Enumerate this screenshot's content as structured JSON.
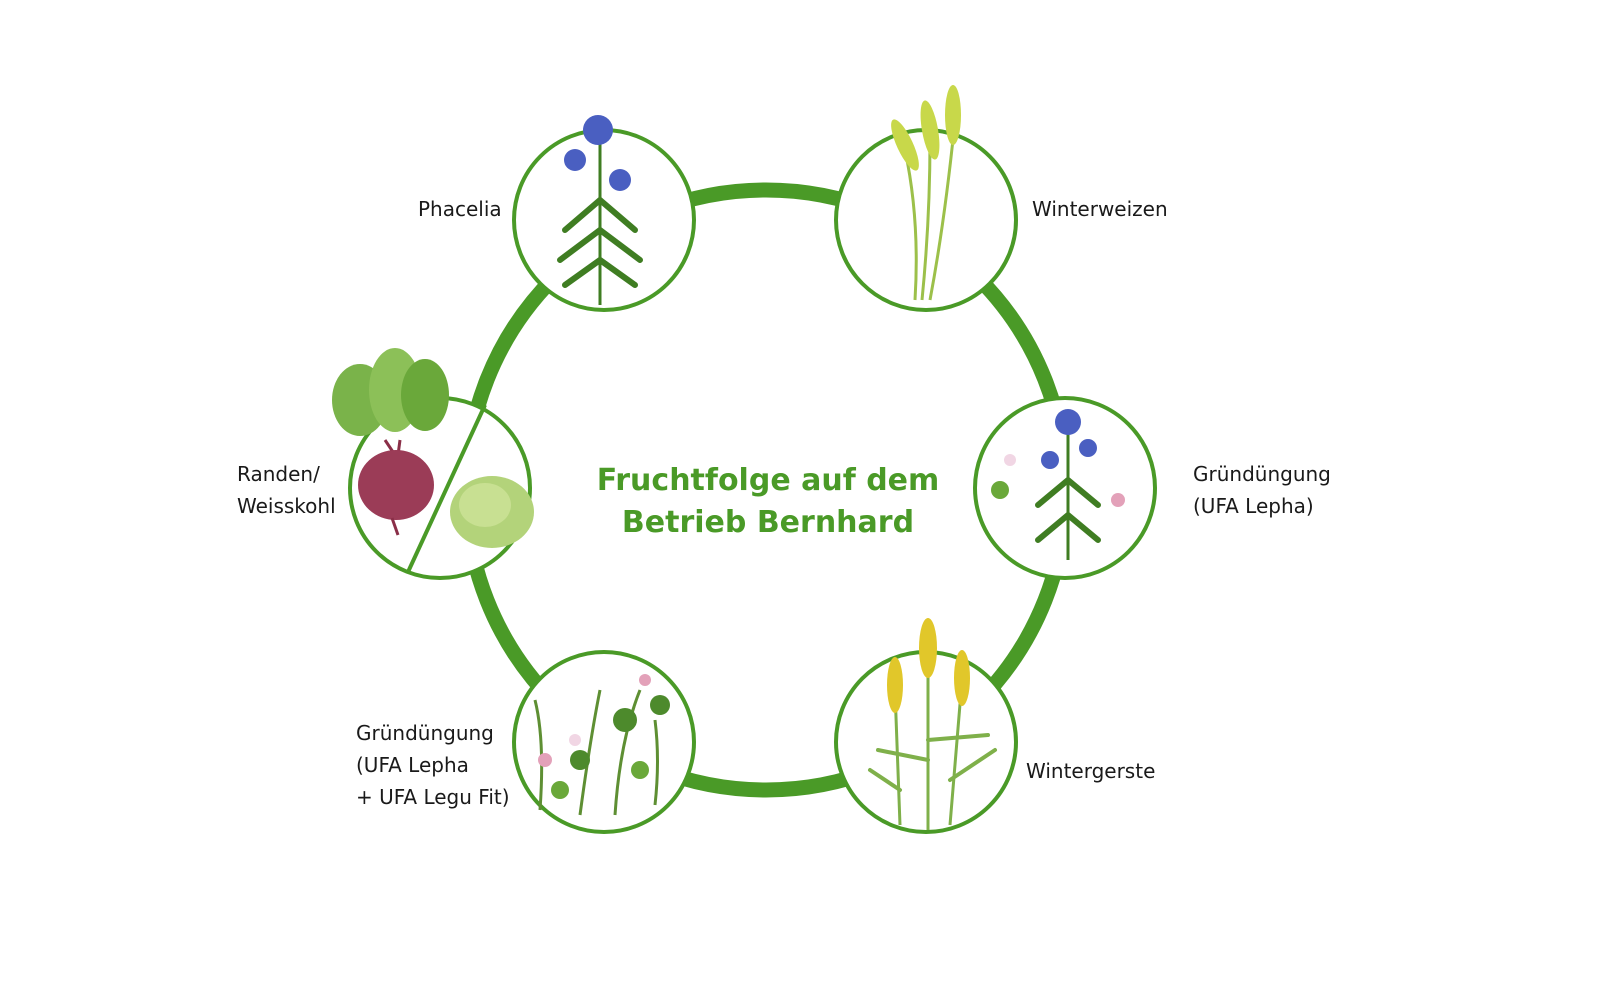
{
  "title": {
    "line1": "Fruchtfolge auf dem",
    "line2": "Betrieb Bernhard"
  },
  "colors": {
    "ring": "#4a9a27",
    "title": "#4a9a27",
    "label": "#1a1a1a"
  },
  "crops": [
    {
      "label_lines": [
        "Phacelia"
      ],
      "icon": "phacelia-icon"
    },
    {
      "label_lines": [
        "Winterweizen"
      ],
      "icon": "winter-wheat-icon"
    },
    {
      "label_lines": [
        "Gründüngung",
        "(UFA Lepha)"
      ],
      "icon": "green-manure-icon"
    },
    {
      "label_lines": [
        "Wintergerste"
      ],
      "icon": "winter-barley-icon"
    },
    {
      "label_lines": [
        "Gründüngung",
        "(UFA Lepha",
        "+ UFA Legu Fit)"
      ],
      "icon": "green-manure-mix-icon"
    },
    {
      "label_lines": [
        "Randen/",
        "Weisskohl"
      ],
      "icon": "beetroot-cabbage-icon"
    }
  ]
}
